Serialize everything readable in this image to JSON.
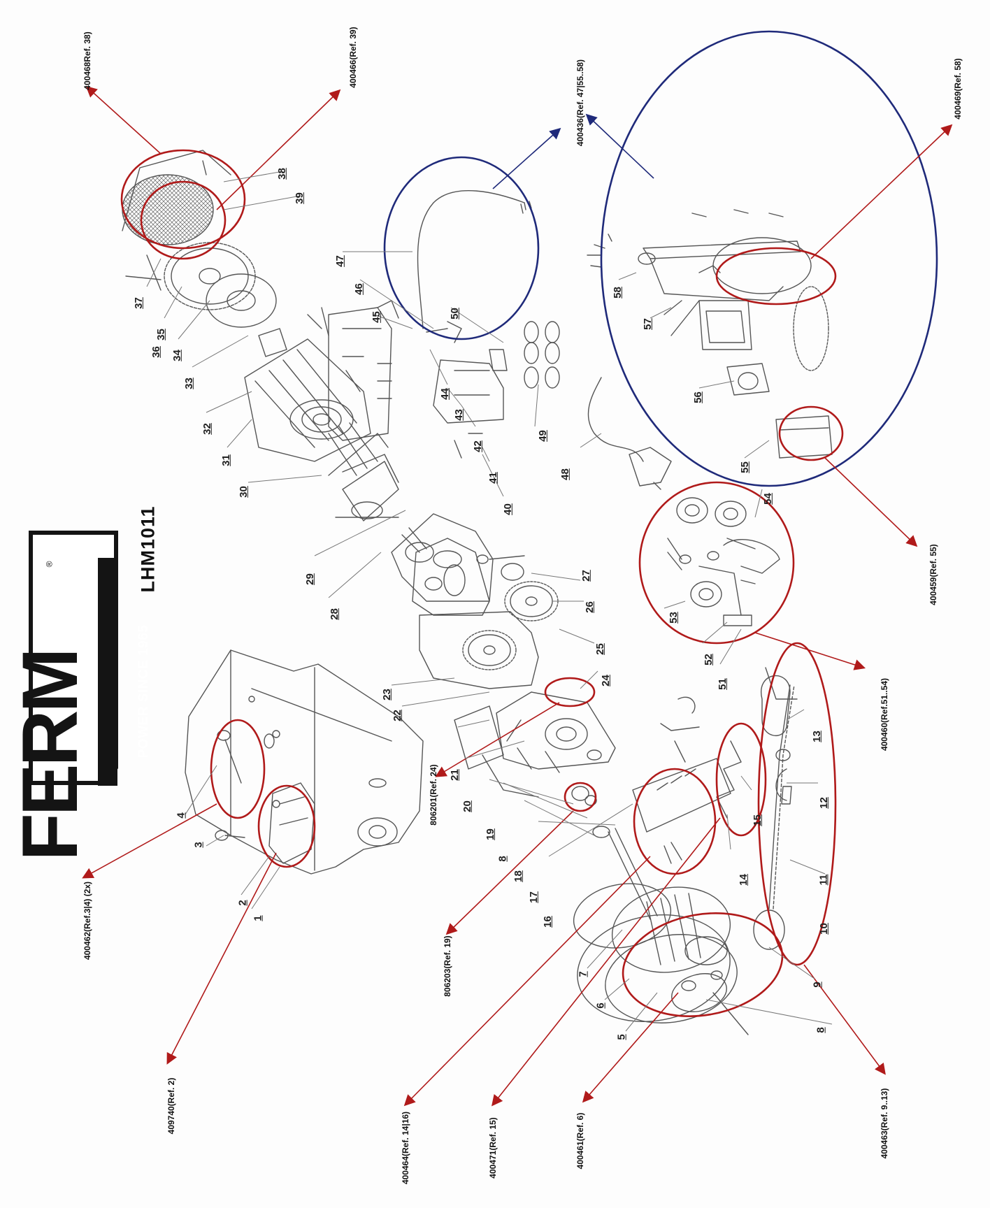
{
  "logo": {
    "brand": "FERM",
    "registered": "®",
    "tagline": "POWER SINCE 1965",
    "model": "LHM1011"
  },
  "colors": {
    "red_callout": "#b01a1a",
    "blue_callout": "#1f2a7a",
    "line_art": "#555555",
    "text": "#111111"
  },
  "part_numbers": [
    "1",
    "2",
    "3",
    "4",
    "5",
    "6",
    "7",
    "8",
    "8",
    "9",
    "10",
    "11",
    "12",
    "13",
    "14",
    "15",
    "16",
    "17",
    "18",
    "19",
    "20",
    "21",
    "22",
    "23",
    "24",
    "25",
    "26",
    "27",
    "28",
    "29",
    "30",
    "31",
    "32",
    "33",
    "34",
    "35",
    "36",
    "37",
    "38",
    "39",
    "40",
    "41",
    "42",
    "43",
    "44",
    "45",
    "46",
    "47",
    "48",
    "49",
    "50",
    "51",
    "52",
    "53",
    "54",
    "55",
    "56",
    "57",
    "58"
  ],
  "callouts": [
    {
      "label": "400462(Ref.3|4) (2x)",
      "color": "red"
    },
    {
      "label": "409740(Ref. 2)",
      "color": "red"
    },
    {
      "label": "400464(Ref. 14|16)",
      "color": "red"
    },
    {
      "label": "400471(Ref. 15)",
      "color": "red"
    },
    {
      "label": "400461(Ref. 6)",
      "color": "red"
    },
    {
      "label": "400463(Ref. 9..13)",
      "color": "red"
    },
    {
      "label": "806203(Ref. 19)",
      "color": "red"
    },
    {
      "label": "806201(Ref. 24)",
      "color": "red"
    },
    {
      "label": "400460(Ref.51..54)",
      "color": "red"
    },
    {
      "label": "400459(Ref. 55)",
      "color": "red"
    },
    {
      "label": "400469(Ref. 58)",
      "color": "red"
    },
    {
      "label": "400436(Ref. 47|55..58)",
      "color": "blue"
    },
    {
      "label": "400466(Ref. 39)",
      "color": "red"
    },
    {
      "label": "400468Ref. 38)",
      "color": "red"
    }
  ]
}
